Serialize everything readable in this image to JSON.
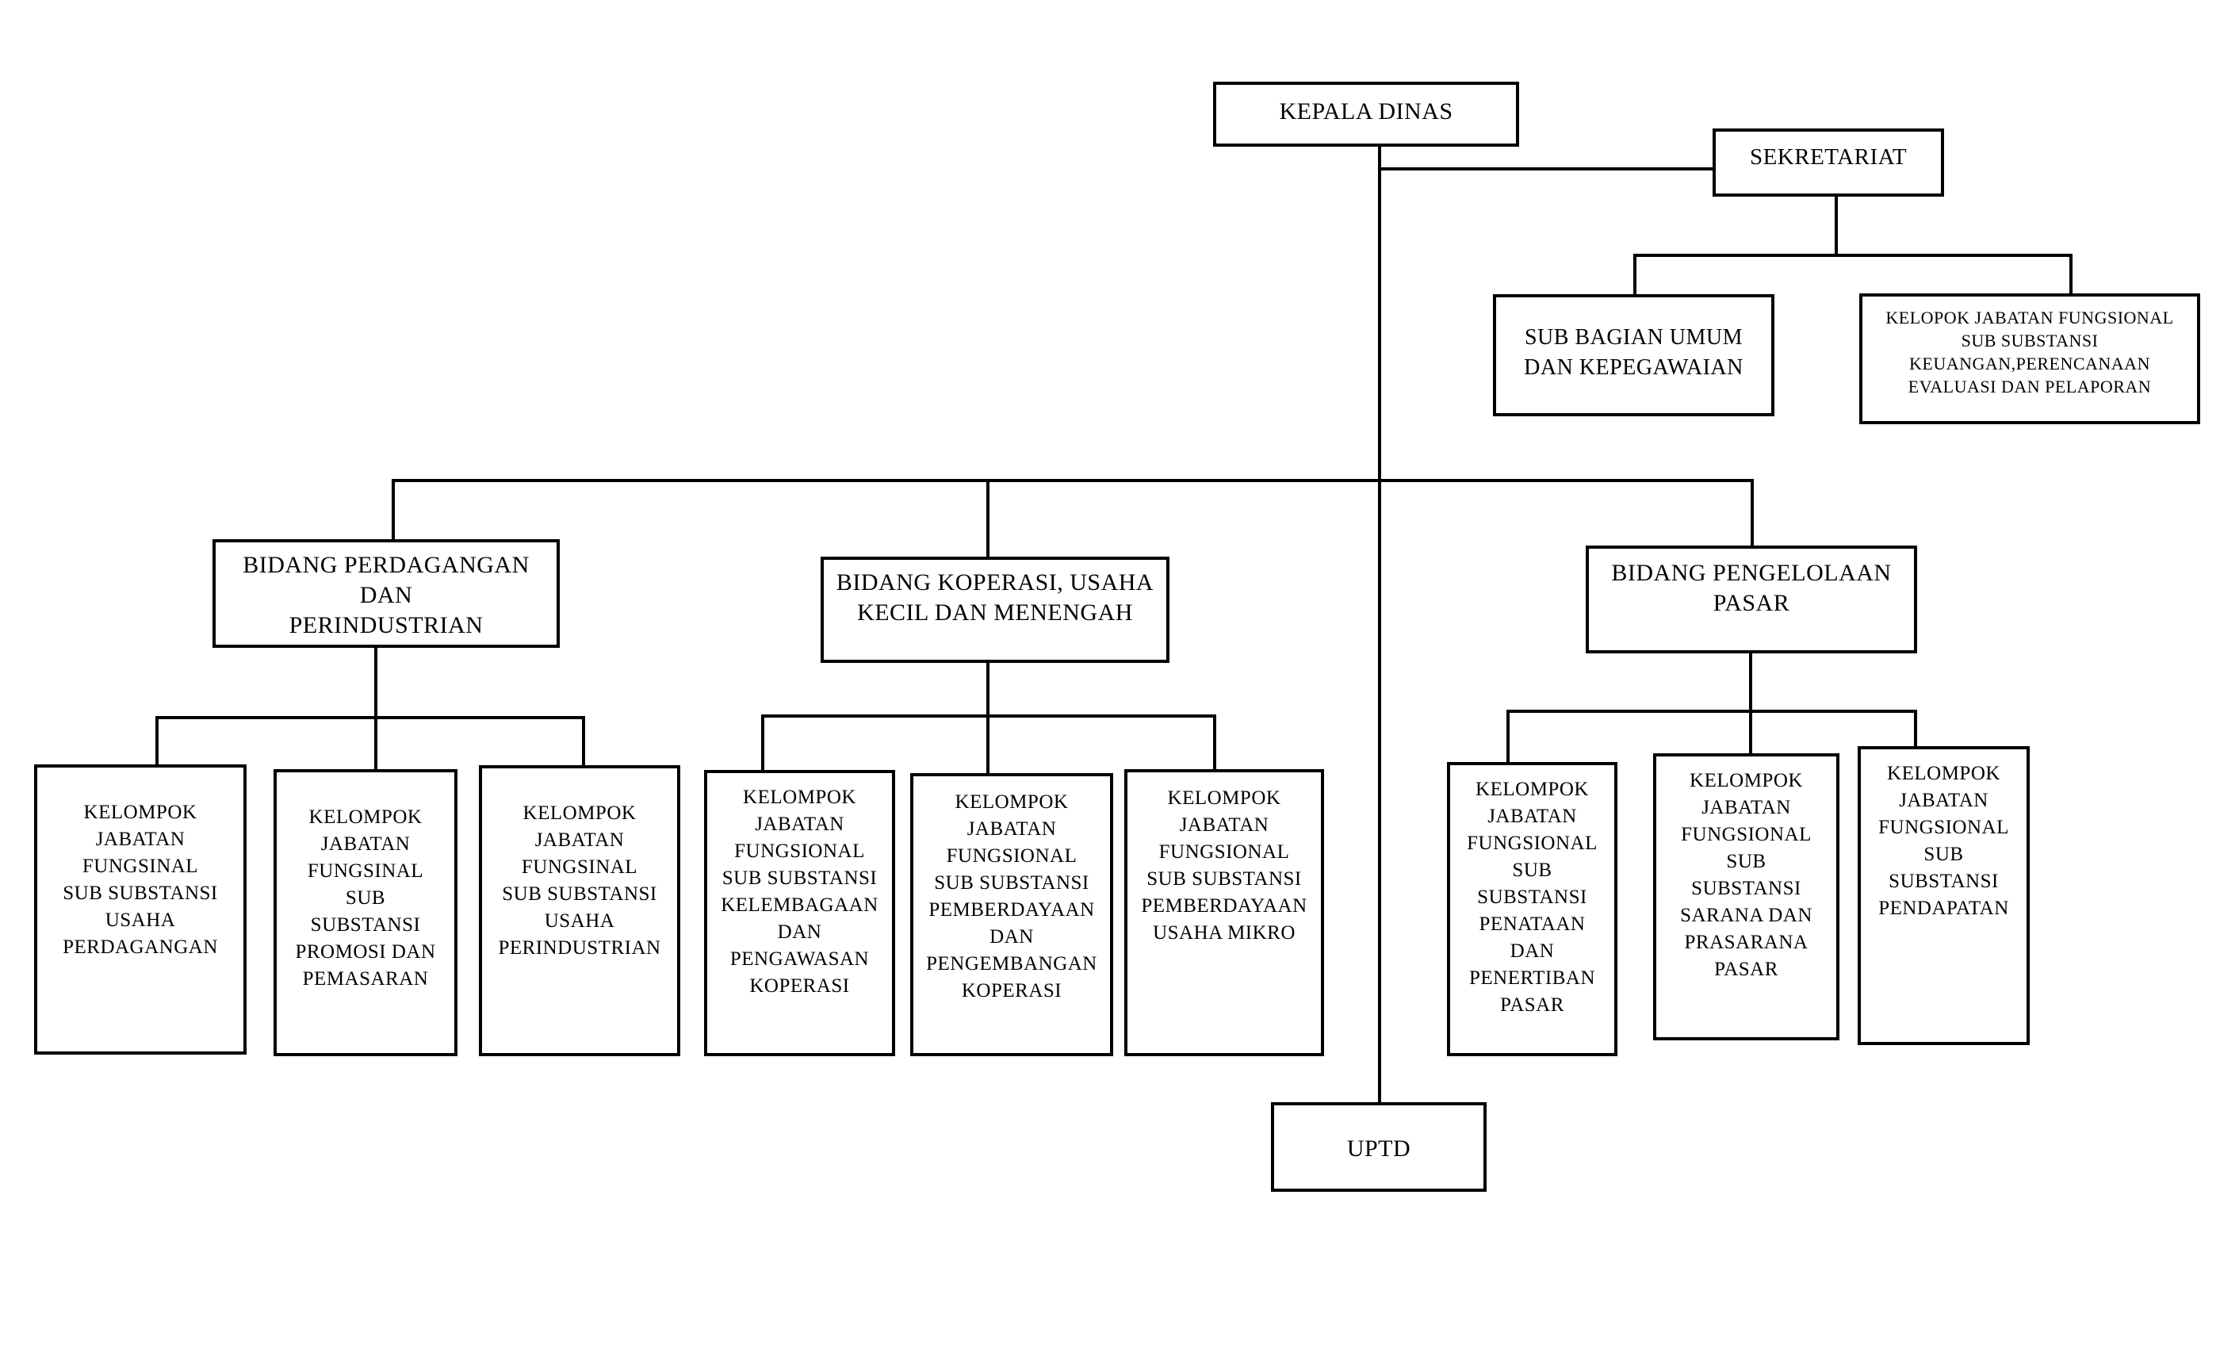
{
  "diagram": {
    "type": "org-chart",
    "colors": {
      "background": "#ffffff",
      "box_border": "#000000",
      "line": "#000000",
      "text": "#000000"
    },
    "nodes": {
      "kepala_dinas": {
        "label": "KEPALA DINAS"
      },
      "sekretariat": {
        "label": "SEKRETARIAT"
      },
      "sub_bagian_umum": {
        "label": "SUB BAGIAN UMUM\nDAN KEPEGAWAIAN"
      },
      "kjf_keuangan": {
        "label": "KELOPOK JABATAN FUNGSIONAL\nSUB SUBSTANSI\nKEUANGAN,PERENCANAAN\nEVALUASI DAN PELAPORAN"
      },
      "bidang_perdagangan": {
        "label": "BIDANG PERDAGANGAN DAN\nPERINDUSTRIAN"
      },
      "bidang_koperasi": {
        "label": "BIDANG KOPERASI, USAHA\nKECIL DAN MENENGAH"
      },
      "bidang_pasar": {
        "label": "BIDANG PENGELOLAAN\nPASAR"
      },
      "kjf_usaha_perdagangan": {
        "label": "KELOMPOK\nJABATAN\nFUNGSINAL\nSUB SUBSTANSI\nUSAHA\nPERDAGANGAN"
      },
      "kjf_promosi_pemasaran": {
        "label": "KELOMPOK\nJABATAN\nFUNGSINAL\nSUB\nSUBSTANSI\nPROMOSI DAN\nPEMASARAN"
      },
      "kjf_usaha_perindustrian": {
        "label": "KELOMPOK\nJABATAN\nFUNGSINAL\nSUB SUBSTANSI\nUSAHA\nPERINDUSTRIAN"
      },
      "kjf_kelembagaan": {
        "label": "KELOMPOK\nJABATAN\nFUNGSIONAL\nSUB SUBSTANSI\nKELEMBAGAAN\nDAN\nPENGAWASAN\nKOPERASI"
      },
      "kjf_pemberdayaan_pengembangan": {
        "label": "KELOMPOK\nJABATAN\nFUNGSIONAL\nSUB SUBSTANSI\nPEMBERDAYAAN\nDAN\nPENGEMBANGAN\nKOPERASI"
      },
      "kjf_pemberdayaan_usaha_mikro": {
        "label": "KELOMPOK\nJABATAN\nFUNGSIONAL\nSUB SUBSTANSI\nPEMBERDAYAAN\nUSAHA MIKRO"
      },
      "kjf_penataan_penertiban": {
        "label": "KELOMPOK\nJABATAN\nFUNGSIONAL\nSUB\nSUBSTANSI\nPENATAAN\nDAN\nPENERTIBAN\nPASAR"
      },
      "kjf_sarana_prasarana": {
        "label": "KELOMPOK\nJABATAN\nFUNGSIONAL\nSUB\nSUBSTANSI\nSARANA DAN\nPRASARANA\nPASAR"
      },
      "kjf_pendapatan": {
        "label": "KELOMPOK\nJABATAN\nFUNGSIONAL\nSUB\nSUBSTANSI\nPENDAPATAN"
      },
      "uptd": {
        "label": "UPTD"
      }
    },
    "edges": [
      [
        "kepala_dinas",
        "sekretariat"
      ],
      [
        "sekretariat",
        "sub_bagian_umum"
      ],
      [
        "sekretariat",
        "kjf_keuangan"
      ],
      [
        "kepala_dinas",
        "bidang_perdagangan"
      ],
      [
        "kepala_dinas",
        "bidang_koperasi"
      ],
      [
        "kepala_dinas",
        "bidang_pasar"
      ],
      [
        "kepala_dinas",
        "uptd"
      ],
      [
        "bidang_perdagangan",
        "kjf_usaha_perdagangan"
      ],
      [
        "bidang_perdagangan",
        "kjf_promosi_pemasaran"
      ],
      [
        "bidang_perdagangan",
        "kjf_usaha_perindustrian"
      ],
      [
        "bidang_koperasi",
        "kjf_kelembagaan"
      ],
      [
        "bidang_koperasi",
        "kjf_pemberdayaan_pengembangan"
      ],
      [
        "bidang_koperasi",
        "kjf_pemberdayaan_usaha_mikro"
      ],
      [
        "bidang_pasar",
        "kjf_penataan_penertiban"
      ],
      [
        "bidang_pasar",
        "kjf_sarana_prasarana"
      ],
      [
        "bidang_pasar",
        "kjf_pendapatan"
      ]
    ]
  }
}
